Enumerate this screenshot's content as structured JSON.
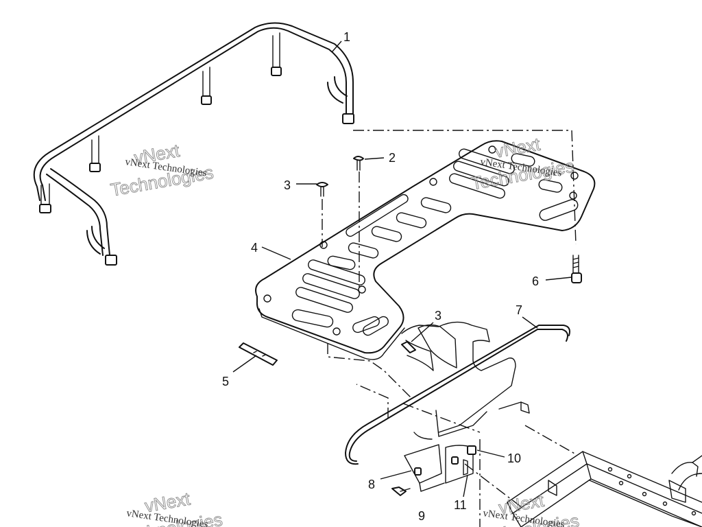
{
  "callouts": {
    "c1": "1",
    "c2": "2",
    "c3a": "3",
    "c3b": "3",
    "c4": "4",
    "c5": "5",
    "c6": "6",
    "c7": "7",
    "c8": "8",
    "c9": "9",
    "c10": "10",
    "c11": "11"
  },
  "watermark": {
    "small": "vNext Technologies",
    "line1": "vNext",
    "line2": "Technologies"
  }
}
